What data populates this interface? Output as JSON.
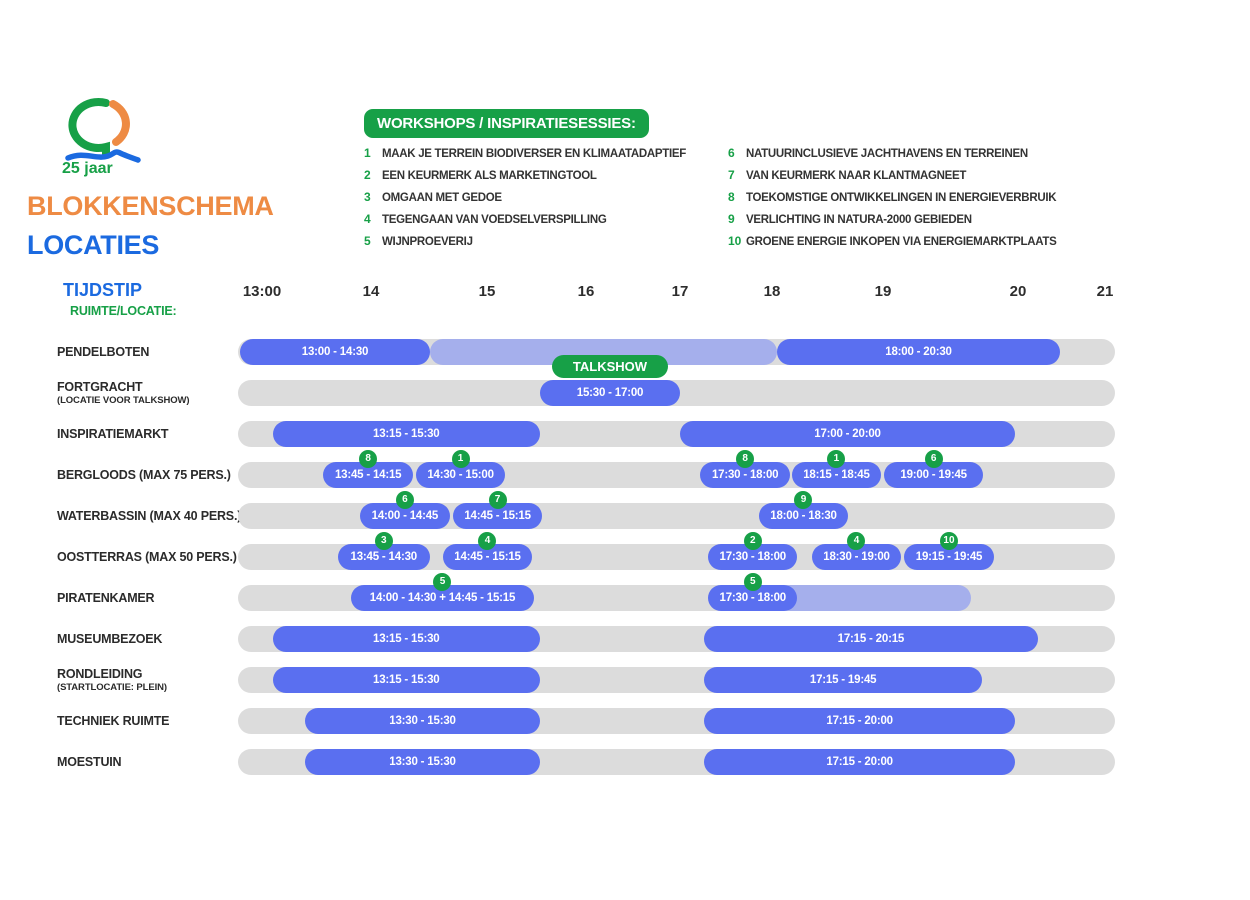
{
  "colors": {
    "orange": "#ee8b44",
    "blue": "#1b6ae0",
    "green": "#17a047",
    "bar_blue": "#5a6ff0",
    "bar_ghost": "#a5afec",
    "track_grey": "#dcdcdc"
  },
  "logo": {
    "caption": "25 jaar"
  },
  "titles": {
    "line1": "BLOKKENSCHEMA",
    "line2": "LOCATIES"
  },
  "workshops": {
    "heading": "WORKSHOPS / INSPIRATIESESSIES:",
    "items_left": [
      {
        "num": "1",
        "label": "MAAK JE TERREIN BIODIVERSER EN KLIMAATADAPTIEF"
      },
      {
        "num": "2",
        "label": "EEN KEURMERK ALS MARKETINGTOOL"
      },
      {
        "num": "3",
        "label": "OMGAAN MET GEDOE"
      },
      {
        "num": "4",
        "label": "TEGENGAAN VAN VOEDSELVERSPILLING"
      },
      {
        "num": "5",
        "label": "WIJNPROEVERIJ"
      }
    ],
    "items_right": [
      {
        "num": "6",
        "label": "NATUURINCLUSIEVE JACHTHAVENS EN TERREINEN"
      },
      {
        "num": "7",
        "label": "VAN KEURMERK NAAR KLANTMAGNEET"
      },
      {
        "num": "8",
        "label": "TOEKOMSTIGE ONTWIKKELINGEN IN ENERGIEVERBRUIK"
      },
      {
        "num": "9",
        "label": "VERLICHTING IN NATURA-2000 GEBIEDEN"
      },
      {
        "num": "10",
        "label": "GROENE ENERGIE INKOPEN VIA ENERGIEMARKTPLAATS"
      }
    ]
  },
  "axis": {
    "header_top": "TIJDSTIP",
    "header_bottom": "RUIMTE/LOCATIE:",
    "ticks": [
      "13:00",
      "14",
      "15",
      "16",
      "17",
      "18",
      "19",
      "20",
      "21"
    ]
  },
  "chart_data": {
    "type": "gantt",
    "title": "BLOKKENSCHEMA LOCATIES",
    "x_axis": {
      "unit": "hour",
      "range": [
        13,
        21
      ],
      "tick_labels": [
        "13:00",
        "14",
        "15",
        "16",
        "17",
        "18",
        "19",
        "20",
        "21"
      ]
    },
    "rows": [
      {
        "label": "PENDELBOTEN",
        "sublabel": "",
        "bars": [
          {
            "label": "13:00 - 14:30",
            "start": 13,
            "end": 14.5,
            "style": "solid"
          },
          {
            "label": "",
            "start": 14.5,
            "end": 18,
            "style": "ghost"
          },
          {
            "label": "18:00 - 20:30",
            "start": 18,
            "end": 20.5,
            "style": "solid"
          }
        ]
      },
      {
        "label": "FORTGRACHT",
        "sublabel": "(LOCATIE VOOR TALKSHOW)",
        "bars": [
          {
            "label": "15:30 - 17:00",
            "start": 15.5,
            "end": 17,
            "style": "solid",
            "tag": "TALKSHOW"
          }
        ]
      },
      {
        "label": "INSPIRATIEMARKT",
        "sublabel": "",
        "bars": [
          {
            "label": "13:15 - 15:30",
            "start": 13.25,
            "end": 15.5,
            "style": "solid"
          },
          {
            "label": "17:00 - 20:00",
            "start": 17,
            "end": 20,
            "style": "solid"
          }
        ]
      },
      {
        "label": "BERGLOODS (MAX 75 PERS.)",
        "sublabel": "",
        "bars": [
          {
            "label": "13:45 - 14:15",
            "start": 13.75,
            "end": 14.25,
            "style": "solid",
            "session": "8"
          },
          {
            "label": "14:30 - 15:00",
            "start": 14.5,
            "end": 15,
            "style": "solid",
            "session": "1"
          },
          {
            "label": "17:30 - 18:00",
            "start": 17.5,
            "end": 18,
            "style": "solid",
            "session": "8"
          },
          {
            "label": "18:15 - 18:45",
            "start": 18.25,
            "end": 18.75,
            "style": "solid",
            "session": "1"
          },
          {
            "label": "19:00 - 19:45",
            "start": 19,
            "end": 19.75,
            "style": "solid",
            "session": "6"
          }
        ]
      },
      {
        "label": "WATERBASSIN (MAX 40 PERS.)",
        "sublabel": "",
        "bars": [
          {
            "label": "14:00 - 14:45",
            "start": 14,
            "end": 14.75,
            "style": "solid",
            "session": "6"
          },
          {
            "label": "14:45 - 15:15",
            "start": 14.75,
            "end": 15.25,
            "style": "solid",
            "session": "7"
          },
          {
            "label": "18:00 - 18:30",
            "start": 18,
            "end": 18.5,
            "style": "solid",
            "session": "9"
          }
        ]
      },
      {
        "label": "OOSTTERRAS (MAX 50 PERS.)",
        "sublabel": "",
        "bars": [
          {
            "label": "13:45 - 14:30",
            "start": 13.75,
            "end": 14.5,
            "style": "solid",
            "session": "3"
          },
          {
            "label": "14:45 - 15:15",
            "start": 14.75,
            "end": 15.25,
            "style": "solid",
            "session": "4"
          },
          {
            "label": "17:30 - 18:00",
            "start": 17.5,
            "end": 18,
            "style": "solid",
            "session": "2"
          },
          {
            "label": "18:30 - 19:00",
            "start": 18.5,
            "end": 19,
            "style": "solid",
            "session": "4"
          },
          {
            "label": "19:15 - 19:45",
            "start": 19.25,
            "end": 19.75,
            "style": "solid",
            "session": "10"
          }
        ]
      },
      {
        "label": "PIRATENKAMER",
        "sublabel": "",
        "bars": [
          {
            "label": "14:00 - 14:30 + 14:45 - 15:15",
            "start": 14,
            "end": 15.25,
            "style": "solid",
            "session": "5"
          },
          {
            "label": "17:30 - 18:00",
            "start": 17.5,
            "end": 18,
            "style": "solid",
            "session": "5"
          },
          {
            "label": "",
            "start": 18,
            "end": 19.67,
            "style": "ghost"
          }
        ]
      },
      {
        "label": "MUSEUMBEZOEK",
        "sublabel": "",
        "bars": [
          {
            "label": "13:15 - 15:30",
            "start": 13.25,
            "end": 15.5,
            "style": "solid"
          },
          {
            "label": "17:15 - 20:15",
            "start": 17.25,
            "end": 20.25,
            "style": "solid"
          }
        ]
      },
      {
        "label": "RONDLEIDING",
        "sublabel": "(STARTLOCATIE: PLEIN)",
        "bars": [
          {
            "label": "13:15 - 15:30",
            "start": 13.25,
            "end": 15.5,
            "style": "solid"
          },
          {
            "label": "17:15 - 19:45",
            "start": 17.25,
            "end": 19.75,
            "style": "solid"
          }
        ]
      },
      {
        "label": "TECHNIEK RUIMTE",
        "sublabel": "",
        "bars": [
          {
            "label": "13:30 - 15:30",
            "start": 13.5,
            "end": 15.5,
            "style": "solid"
          },
          {
            "label": "17:15 - 20:00",
            "start": 17.25,
            "end": 20,
            "style": "solid"
          }
        ]
      },
      {
        "label": "MOESTUIN",
        "sublabel": "",
        "bars": [
          {
            "label": "13:30 - 15:30",
            "start": 13.5,
            "end": 15.5,
            "style": "solid"
          },
          {
            "label": "17:15 - 20:00",
            "start": 17.25,
            "end": 20,
            "style": "solid"
          }
        ]
      }
    ]
  }
}
